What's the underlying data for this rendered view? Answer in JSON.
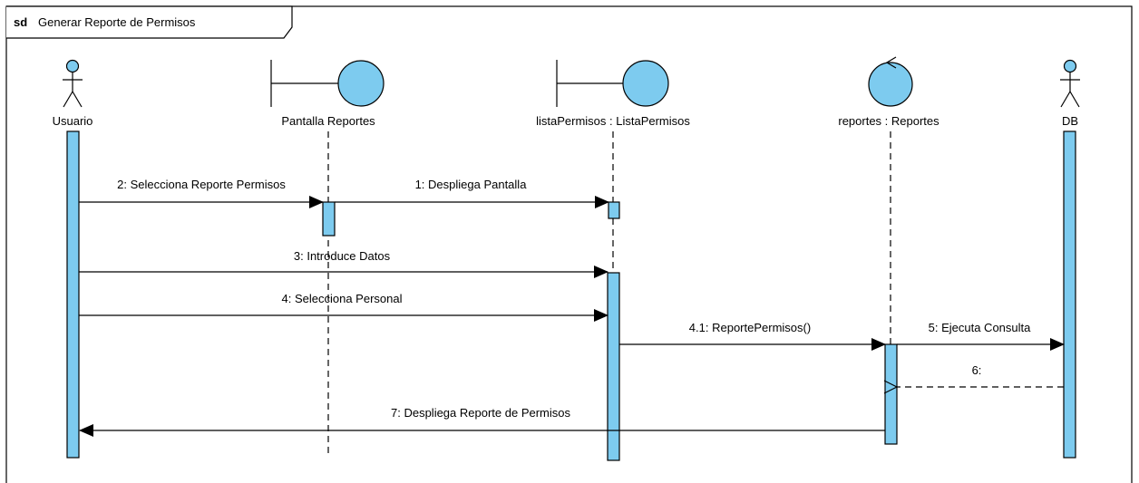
{
  "frame": {
    "keyword": "sd",
    "title": "Generar Reporte de Permisos"
  },
  "lifelines": {
    "usuario": {
      "name": "Usuario",
      "kind": "actor"
    },
    "pantalla": {
      "name": "Pantalla Reportes",
      "kind": "boundary"
    },
    "lista": {
      "name": "listaPermisos : ListaPermisos",
      "kind": "boundary"
    },
    "reportes": {
      "name": "reportes : Reportes",
      "kind": "control"
    },
    "db": {
      "name": "DB",
      "kind": "actor"
    }
  },
  "messages": {
    "m1": {
      "label": "1: Despliega Pantalla"
    },
    "m2": {
      "label": "2: Selecciona Reporte Permisos"
    },
    "m3": {
      "label": "3: Introduce Datos"
    },
    "m4": {
      "label": "4: Selecciona Personal"
    },
    "m41": {
      "label": "4.1: ReportePermisos()"
    },
    "m5": {
      "label": "5: Ejecuta Consulta"
    },
    "m6": {
      "label": "6:"
    },
    "m7": {
      "label": "7: Despliega Reporte de Permisos"
    }
  },
  "colors": {
    "fill": "#7dcbef",
    "stroke": "#000000",
    "frame": "#000000",
    "background": "#ffffff"
  }
}
